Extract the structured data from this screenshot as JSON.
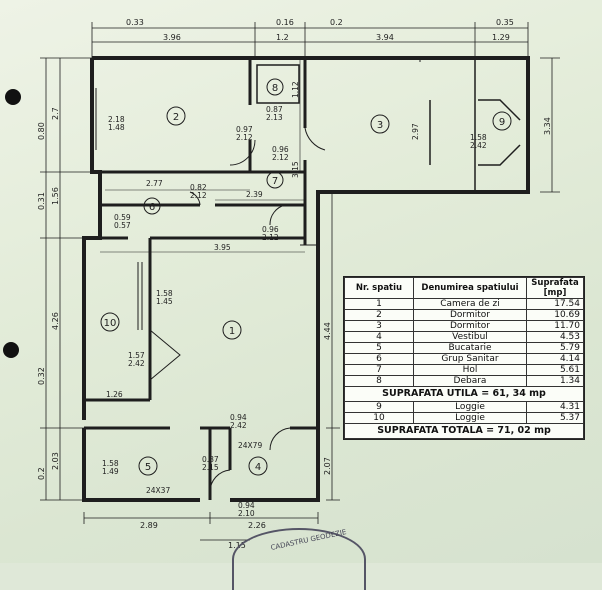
{
  "dims_top": [
    "0.33",
    "3.96",
    "0.16",
    "1.2",
    "0.2",
    "3.94",
    "0.35",
    "1.29"
  ],
  "dims_left": [
    "0.80",
    "2.7",
    "0.31",
    "1.56",
    "4.26",
    "0.32",
    "2.03",
    "0.2"
  ],
  "dims_right": [
    "3.34",
    "4.44",
    "2.07"
  ],
  "dims_inner": [
    "2.77",
    "2.39",
    "3.95",
    "1.26",
    "3.15",
    "1.12",
    "2.97"
  ],
  "dims_bottom": [
    "2.89",
    "2.26",
    "1.15"
  ],
  "rooms": [
    {
      "num": "1"
    },
    {
      "num": "2"
    },
    {
      "num": "3"
    },
    {
      "num": "4"
    },
    {
      "num": "5"
    },
    {
      "num": "6"
    },
    {
      "num": "7"
    },
    {
      "num": "8"
    },
    {
      "num": "9"
    },
    {
      "num": "10"
    }
  ],
  "openings": [
    "2.18\n1.48",
    "0.97\n2.12",
    "0.87\n2.13",
    "0.96\n2.12",
    "1.58\n2.42",
    "0.82\n2.12",
    "0.59\n0.57",
    "0.96\n2.12",
    "1.58\n1.45",
    "1.57\n2.42",
    "0.94\n2.42",
    "1.58\n1.49",
    "0.87\n2.15",
    "0.94\n2.10"
  ],
  "vents": [
    "24X79",
    "24X37"
  ],
  "stamp_text": "CADASTRU GEODEZIE",
  "legend": {
    "headers": [
      "Nr. spatiu",
      "Denumirea spatiului",
      "Suprafata [mp]"
    ],
    "rows": [
      {
        "nr": "1",
        "name": "Camera de zi",
        "area": "17.54"
      },
      {
        "nr": "2",
        "name": "Dormitor",
        "area": "10.69"
      },
      {
        "nr": "3",
        "name": "Dormitor",
        "area": "11.70"
      },
      {
        "nr": "4",
        "name": "Vestibul",
        "area": "4.53"
      },
      {
        "nr": "5",
        "name": "Bucatarie",
        "area": "5.79"
      },
      {
        "nr": "6",
        "name": "Grup Sanitar",
        "area": "4.14"
      },
      {
        "nr": "7",
        "name": "Hol",
        "area": "5.61"
      },
      {
        "nr": "8",
        "name": "Debara",
        "area": "1.34"
      }
    ],
    "utila": "SUPRAFATA UTILA = 61, 34 mp",
    "loggias": [
      {
        "nr": "9",
        "name": "Loggie",
        "area": "4.31"
      },
      {
        "nr": "10",
        "name": "Loggie",
        "area": "5.37"
      }
    ],
    "totala": "SUPRAFATA TOTALA = 71, 02 mp"
  }
}
